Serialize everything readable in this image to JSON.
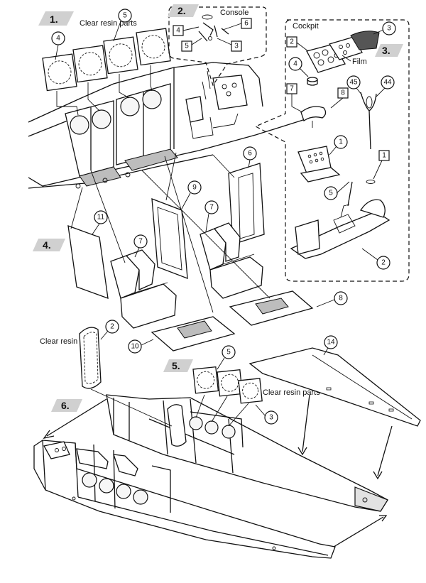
{
  "steps": {
    "s1": "1.",
    "s2": "2.",
    "s3": "3.",
    "s4": "4.",
    "s5": "5.",
    "s6": "6."
  },
  "labels": {
    "clear_resin_parts_top": "Clear resin parts",
    "console": "Console",
    "cockpit": "Cockpit",
    "film": "Film",
    "clear_resin_part": "Clear resin part",
    "clear_resin_parts_lower": "Clear resin parts"
  },
  "callouts": {
    "p1_4": "4",
    "p1_5": "5",
    "c_4": "4",
    "c_6": "6",
    "c_5": "5",
    "c_3": "3",
    "k_2": "2",
    "k_3": "3",
    "k_4": "4",
    "k_7": "7",
    "k_8": "8",
    "k_45": "45",
    "k_44": "44",
    "k_1a": "1",
    "k_1b": "1",
    "k_5": "5",
    "k_2b": "2",
    "m_6": "6",
    "m_9": "9",
    "m_7a": "7",
    "m_11": "11",
    "m_7b": "7",
    "m_8": "8",
    "m_10": "10",
    "l_2": "2",
    "l_5": "5",
    "l_3": "3",
    "l_14": "14"
  }
}
